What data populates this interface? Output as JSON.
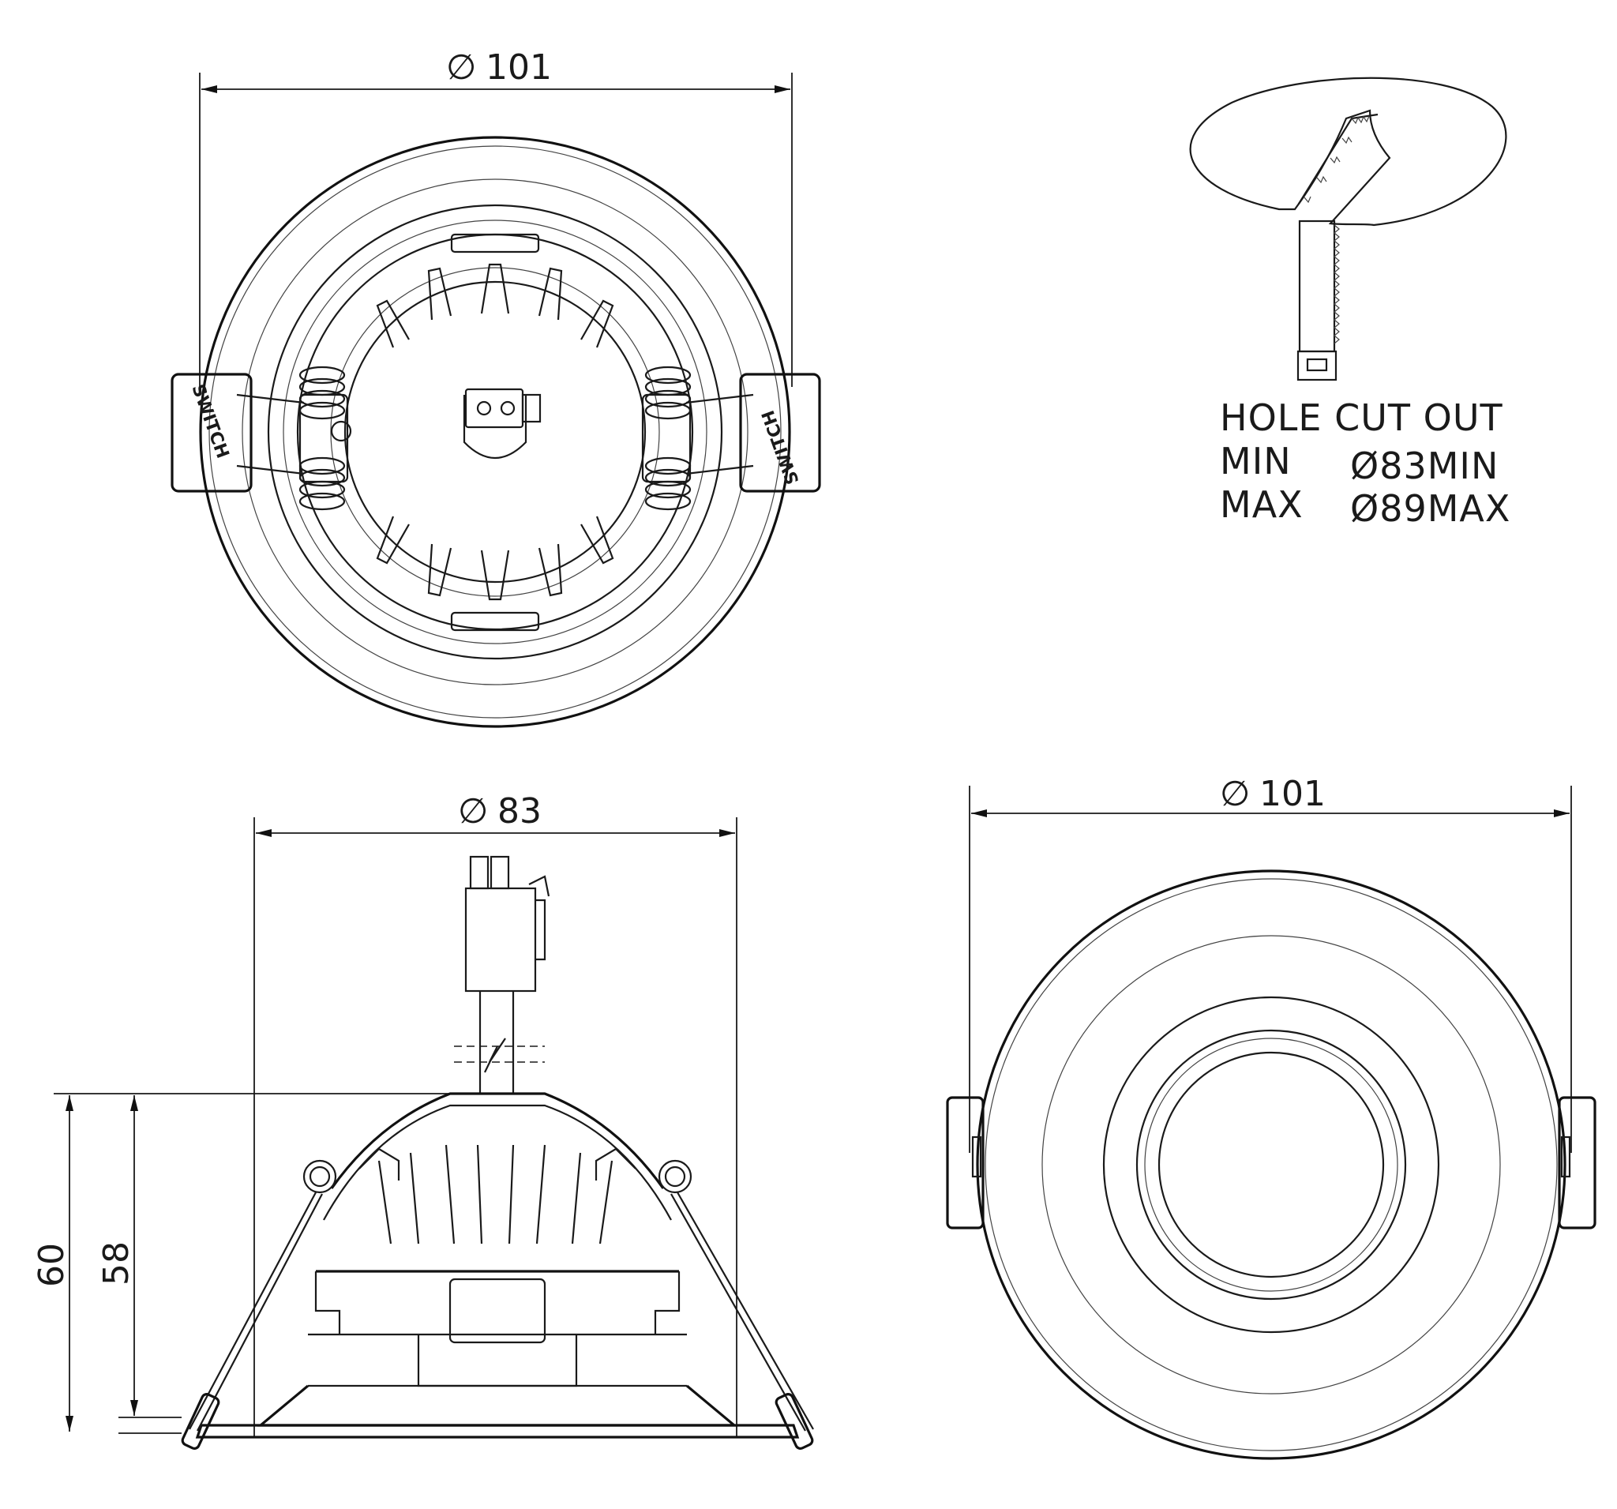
{
  "dimensions": {
    "top_view_diameter": "101",
    "front_view_diameter": "83",
    "bottom_view_diameter": "101",
    "overall_height": "60",
    "body_height": "58",
    "diameter_symbol": "∅"
  },
  "brand_label_left": "SWITCH",
  "brand_label_right": "SWITCH",
  "hole_cut_out": {
    "title": "HOLE CUT OUT",
    "min_label": "MIN",
    "min_value": "Ø83MIN",
    "max_label": "MAX",
    "max_value": "Ø89MAX"
  }
}
